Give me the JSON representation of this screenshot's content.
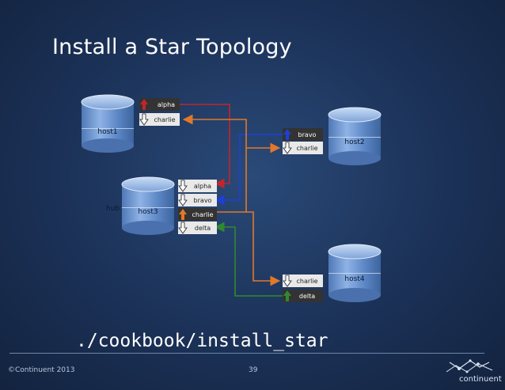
{
  "slide": {
    "title": "Install a Star Topology",
    "command": "./cookbook/install_star",
    "footer_left": "©Continuent 2013",
    "page_number": "39",
    "logo_text": "continuent"
  },
  "colors": {
    "alpha": "#c0262c",
    "bravo": "#1f3fd6",
    "charlie": "#e2782a",
    "delta": "#2f8a2f",
    "label_bg": "#e9e9e9",
    "label_dark": "#333333"
  },
  "hosts": [
    {
      "name": "host1",
      "role": ""
    },
    {
      "name": "host2",
      "role": ""
    },
    {
      "name": "host3",
      "role": "hub"
    },
    {
      "name": "host4",
      "role": ""
    }
  ],
  "services": {
    "host1": [
      {
        "label": "alpha",
        "direction": "master",
        "color": "alpha"
      },
      {
        "label": "charlie",
        "direction": "slave",
        "color": "charlie"
      }
    ],
    "host2": [
      {
        "label": "bravo",
        "direction": "master",
        "color": "bravo"
      },
      {
        "label": "charlie",
        "direction": "slave",
        "color": "charlie"
      }
    ],
    "host3": [
      {
        "label": "alpha",
        "direction": "slave",
        "color": "alpha"
      },
      {
        "label": "bravo",
        "direction": "slave",
        "color": "bravo"
      },
      {
        "label": "charlie",
        "direction": "master",
        "color": "charlie"
      },
      {
        "label": "delta",
        "direction": "slave",
        "color": "delta"
      }
    ],
    "host4": [
      {
        "label": "charlie",
        "direction": "slave",
        "color": "charlie"
      },
      {
        "label": "delta",
        "direction": "master",
        "color": "delta"
      }
    ]
  }
}
